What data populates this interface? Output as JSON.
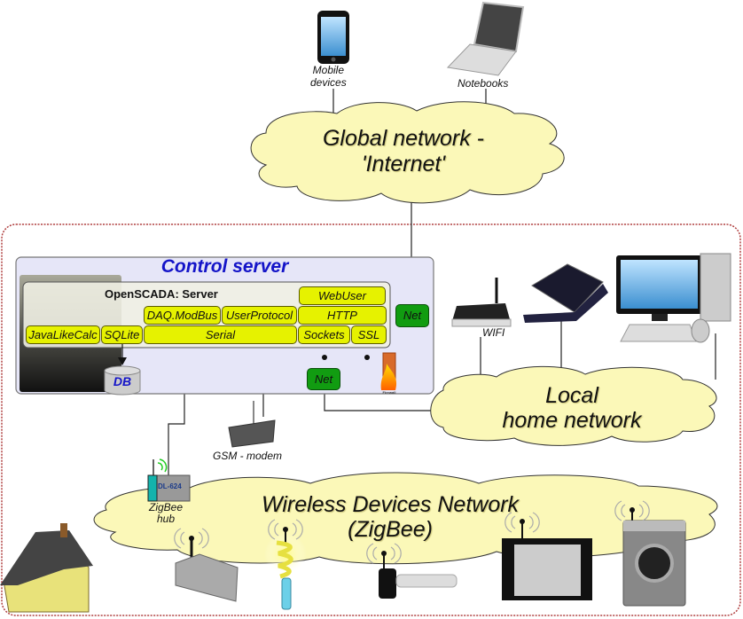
{
  "diagram": {
    "top_devices": {
      "mobile_label_1": "Mobile",
      "mobile_label_2": "devices",
      "notebooks_label": "Notebooks"
    },
    "global_cloud": {
      "line1": "Global network -",
      "line2": "'Internet'"
    },
    "control_server": {
      "title": "Control server",
      "openscada_title": "OpenSCADA: Server",
      "modules": {
        "webuser": "WebUser",
        "http": "HTTP",
        "daq_modbus": "DAQ.ModBus",
        "user_protocol": "UserProtocol",
        "javalikecalc": "JavaLikeCalc",
        "sqlite": "SQLite",
        "serial": "Serial",
        "sockets": "Sockets",
        "ssl": "SSL"
      },
      "db_label": "DB",
      "net_upper": "Net",
      "net_lower": "Net",
      "firewall_label": "Firewall"
    },
    "local_network": {
      "wifi_label": "WIFI",
      "cloud_line1": "Local",
      "cloud_line2": "home network"
    },
    "modem": {
      "label": "GSM - modem"
    },
    "zigbee_hub": {
      "device_label": "DL-624",
      "label_1": "ZigBee",
      "label_2": "hub"
    },
    "wireless_cloud": {
      "line1": "Wireless Devices Network",
      "line2": "(ZigBee)"
    },
    "devices": [
      "house",
      "toaster",
      "lamp",
      "key",
      "tv",
      "washing-machine"
    ]
  },
  "colors": {
    "cloud_fill": "#fbf8b8",
    "module_fill": "#e6f200",
    "net_fill": "#119c11",
    "server_panel": "#e6e6f8",
    "title_blue": "#1414c8",
    "boundary": "#b04040"
  }
}
